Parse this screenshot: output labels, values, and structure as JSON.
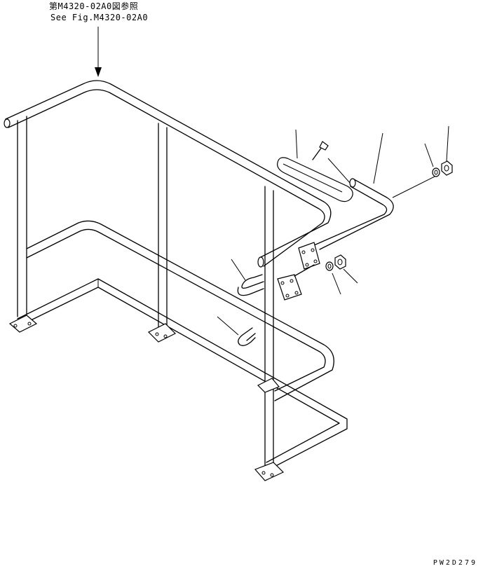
{
  "reference": {
    "jp": "第M4320-02A0図参照",
    "en": "See Fig.M4320-02A0"
  },
  "drawing_code": "PW2D279",
  "colors": {
    "line": "#000000",
    "background": "#ffffff"
  },
  "parts": [
    {
      "name": "handrail-assembly"
    },
    {
      "name": "grip-cover"
    },
    {
      "name": "bolt"
    },
    {
      "name": "handle-pipe"
    },
    {
      "name": "washer"
    },
    {
      "name": "nut"
    },
    {
      "name": "bracket-plate"
    },
    {
      "name": "u-bolt"
    }
  ]
}
